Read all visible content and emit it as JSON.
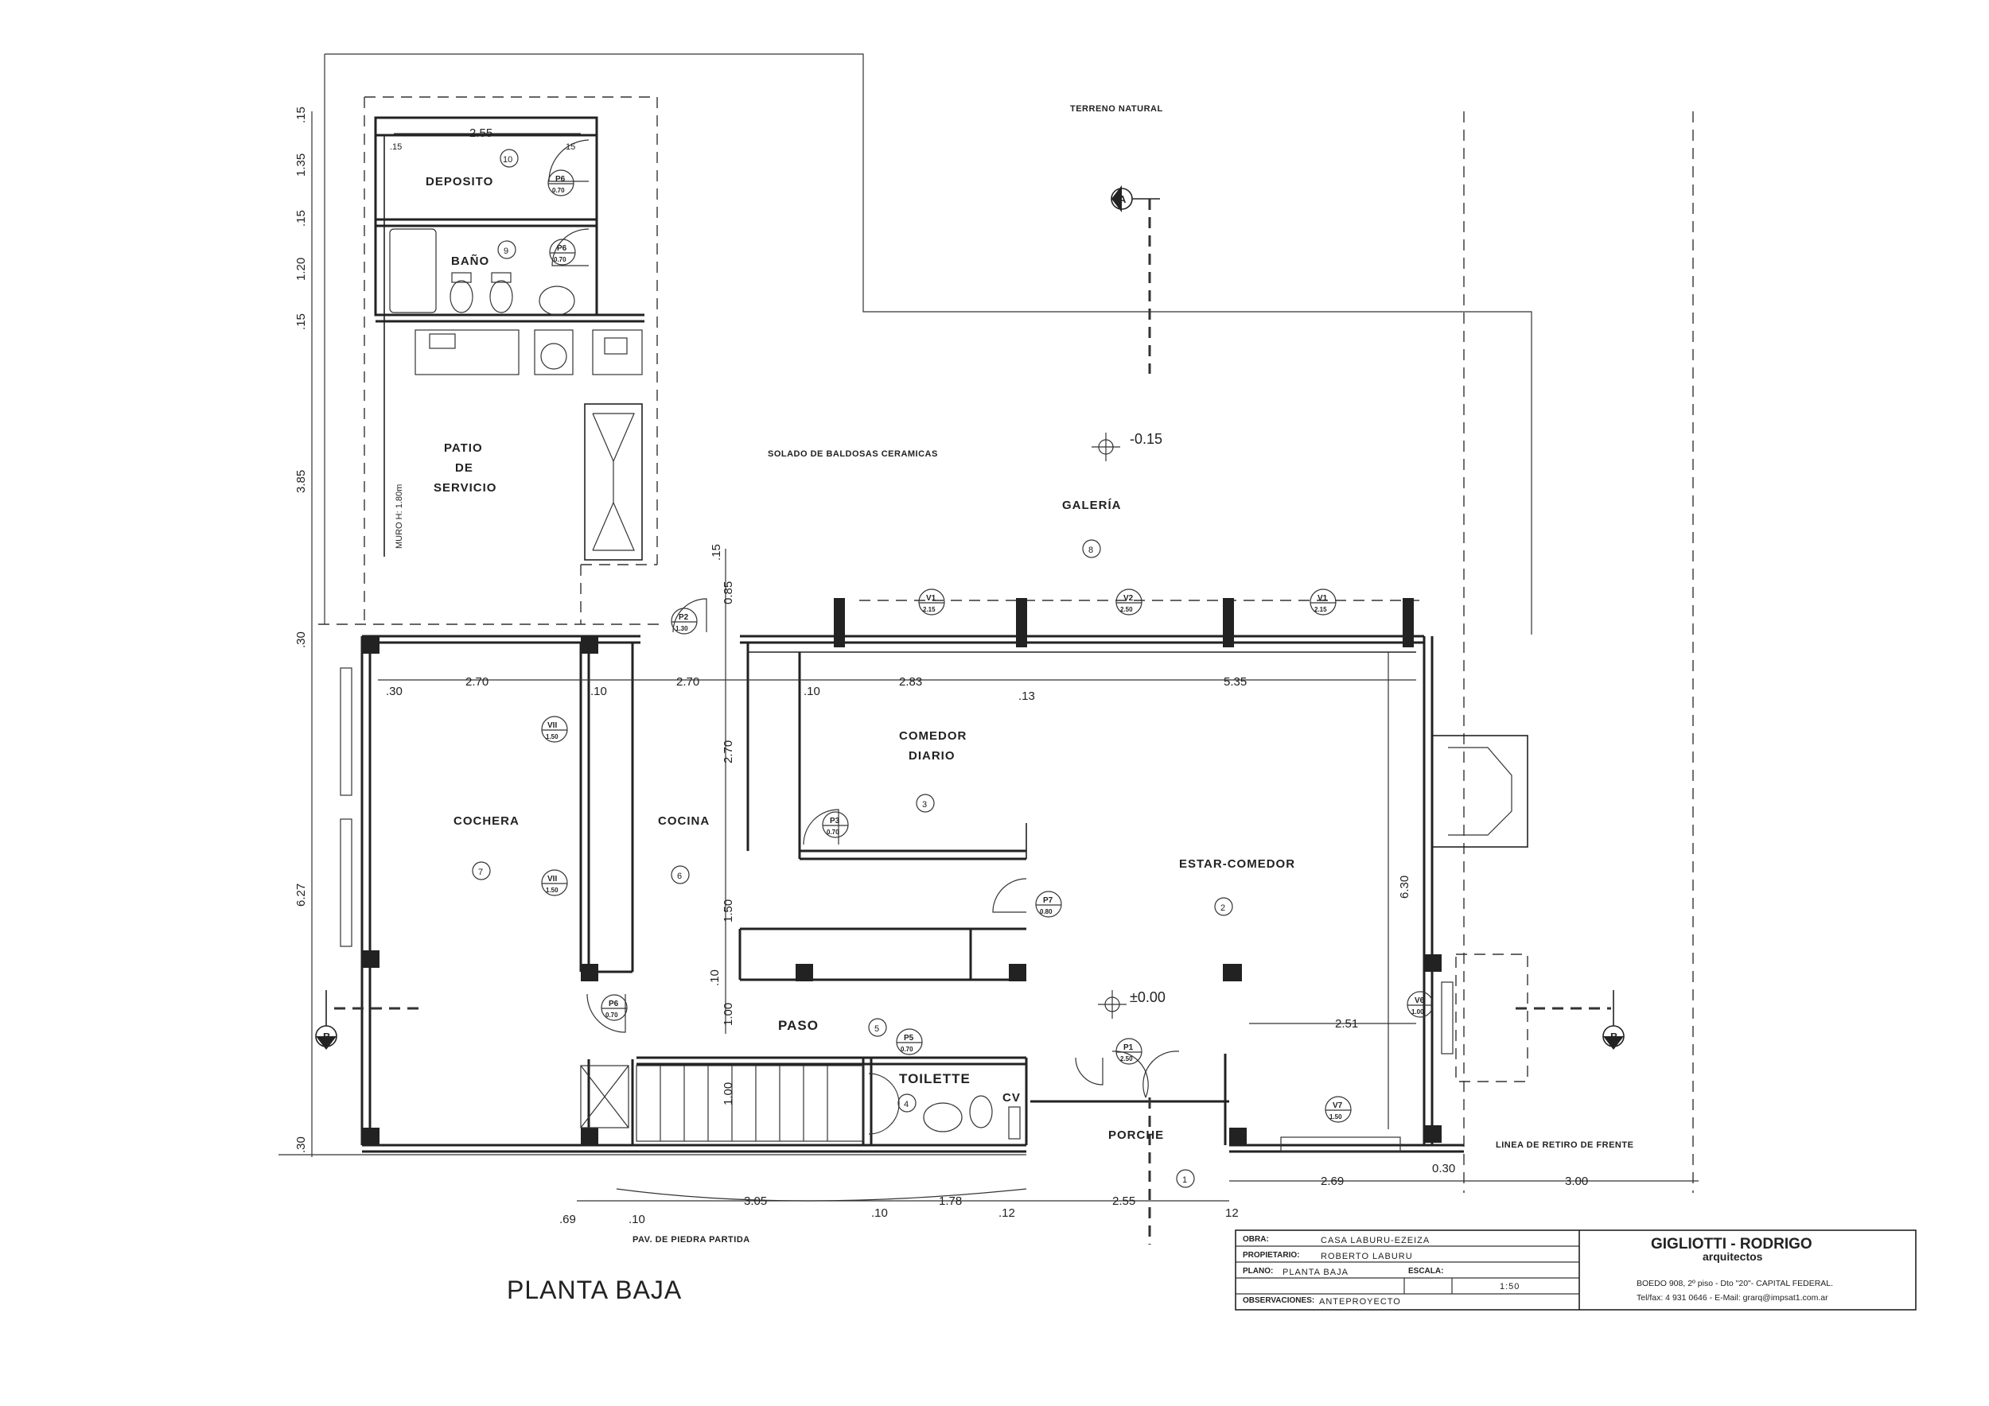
{
  "drawing_title": "PLANTA BAJA",
  "notes": {
    "terreno": "TERRENO NATURAL",
    "solado": "SOLADO DE BALDOSAS CERAMICAS",
    "muro": "MURO H: 1.80m",
    "retiro": "LINEA DE RETIRO DE FRENTE",
    "pav": "PAV. DE PIEDRA PARTIDA",
    "level_upper": "-0.15",
    "level_main": "±0.00",
    "cv": "CV"
  },
  "rooms": {
    "deposito": {
      "name": "DEPOSITO",
      "num": "10"
    },
    "bano": {
      "name": "BAÑO",
      "num": "9"
    },
    "patio_1": "PATIO",
    "patio_2": "DE",
    "patio_3": "SERVICIO",
    "galeria": {
      "name": "GALERÍA",
      "num": "8"
    },
    "comedor_1": "COMEDOR",
    "comedor_2": "DIARIO",
    "comedor_num": "3",
    "cochera": {
      "name": "COCHERA",
      "num": "7"
    },
    "cocina": {
      "name": "COCINA",
      "num": "6"
    },
    "estar": {
      "name": "ESTAR-COMEDOR",
      "num": "2"
    },
    "paso": {
      "name": "PASO",
      "num": "5"
    },
    "toilette": {
      "name": "TOILETTE",
      "num": "4"
    },
    "porche": {
      "name": "PORCHE",
      "num": "1"
    }
  },
  "tags": {
    "p6": "P6",
    "p6v": "0.70",
    "p2": "P2",
    "p2v": "1.30",
    "p3": "P3",
    "p3v": "0.70",
    "p7": "P7",
    "p7v": "0.80",
    "p5": "P5",
    "p5v": "0.70",
    "p1": "P1",
    "p1v": "2.50",
    "v1": "V1",
    "v1v": "2.15",
    "v2": "V2",
    "v2v": "2.50",
    "v7": "V7",
    "v7v": "1.50",
    "v6": "V6",
    "v6v": "1.00",
    "vii": "VII",
    "viiv": "1.50"
  },
  "section_marks": {
    "a": "A",
    "b": "B"
  },
  "dimensions": {
    "d_255": "2.55",
    "d_15": ".15",
    "d_135": "1.35",
    "d_120": "1.20",
    "d_385": "3.85",
    "d_30": ".30",
    "d_627": "6.27",
    "d_270": "2.70",
    "d_10": ".10",
    "d_283": "2.83",
    "d_13": ".13",
    "d_535": "5.35",
    "d_085": "0.85",
    "d_150": "1.50",
    "d_100": "1.00",
    "d_630": "6.30",
    "d_251": "2.51",
    "d_269": "2.69",
    "d_300": "3.00",
    "d_030": "0.30",
    "d_305": "3.05",
    "d_178": "1.78",
    "d_12": ".12",
    "d_69": ".69",
    "d_12b": "12"
  },
  "title_block": {
    "obra_label": "OBRA:",
    "obra_value": "CASA LABURU-EZEIZA",
    "prop_label": "PROPIETARIO:",
    "prop_value": "ROBERTO LABURU",
    "plano_label": "PLANO:",
    "plano_value": "PLANTA BAJA",
    "escala_label": "ESCALA:",
    "escala_value": "1:50",
    "obs_label": "OBSERVACIONES:",
    "obs_value": "ANTEPROYECTO",
    "firm_name": "GIGLIOTTI - RODRIGO",
    "firm_sub": "arquitectos",
    "firm_address": "BOEDO 908, 2º piso - Dto \"20\"- CAPITAL FEDERAL.",
    "firm_contact": "Tel/fax: 4 931 0646 - E-Mail: grarq@impsat1.com.ar"
  }
}
